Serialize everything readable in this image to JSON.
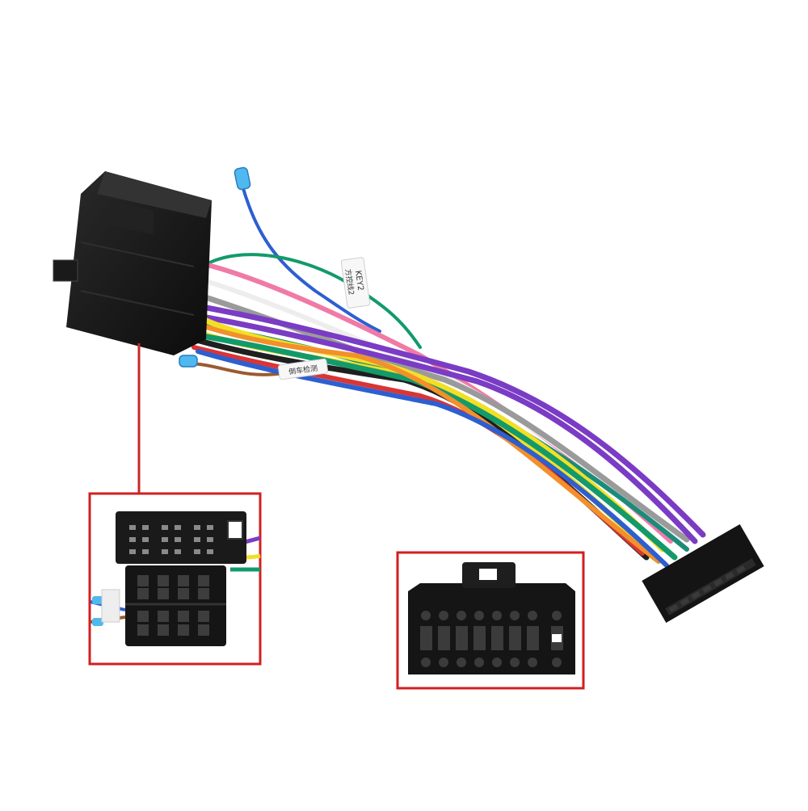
{
  "labels": {
    "key_tag": "KEY2",
    "key_tag_cn": "方控线2",
    "brown_tag_cn": "倒车检测"
  },
  "colors": {
    "background": "#ffffff",
    "connector": "#161616",
    "callout_frame": "#d21f1f",
    "callout_line": "#c62a2a",
    "wire_purple": "#7a3cc4",
    "wire_green": "#139a6a",
    "wire_yellow": "#f2df26",
    "wire_gray": "#9a9a9a",
    "wire_pink": "#f07aa6",
    "wire_orange": "#f2902b",
    "wire_blue": "#2d5fd0",
    "wire_brown": "#9a5a30",
    "wire_red": "#d93535",
    "wire_black": "#1f1f1f",
    "wire_white": "#ededed",
    "wire_teal": "#1b8c7a"
  },
  "icons": {
    "left_connector": "iso-connector-icon",
    "right_connector": "16-pin-plug-icon"
  }
}
